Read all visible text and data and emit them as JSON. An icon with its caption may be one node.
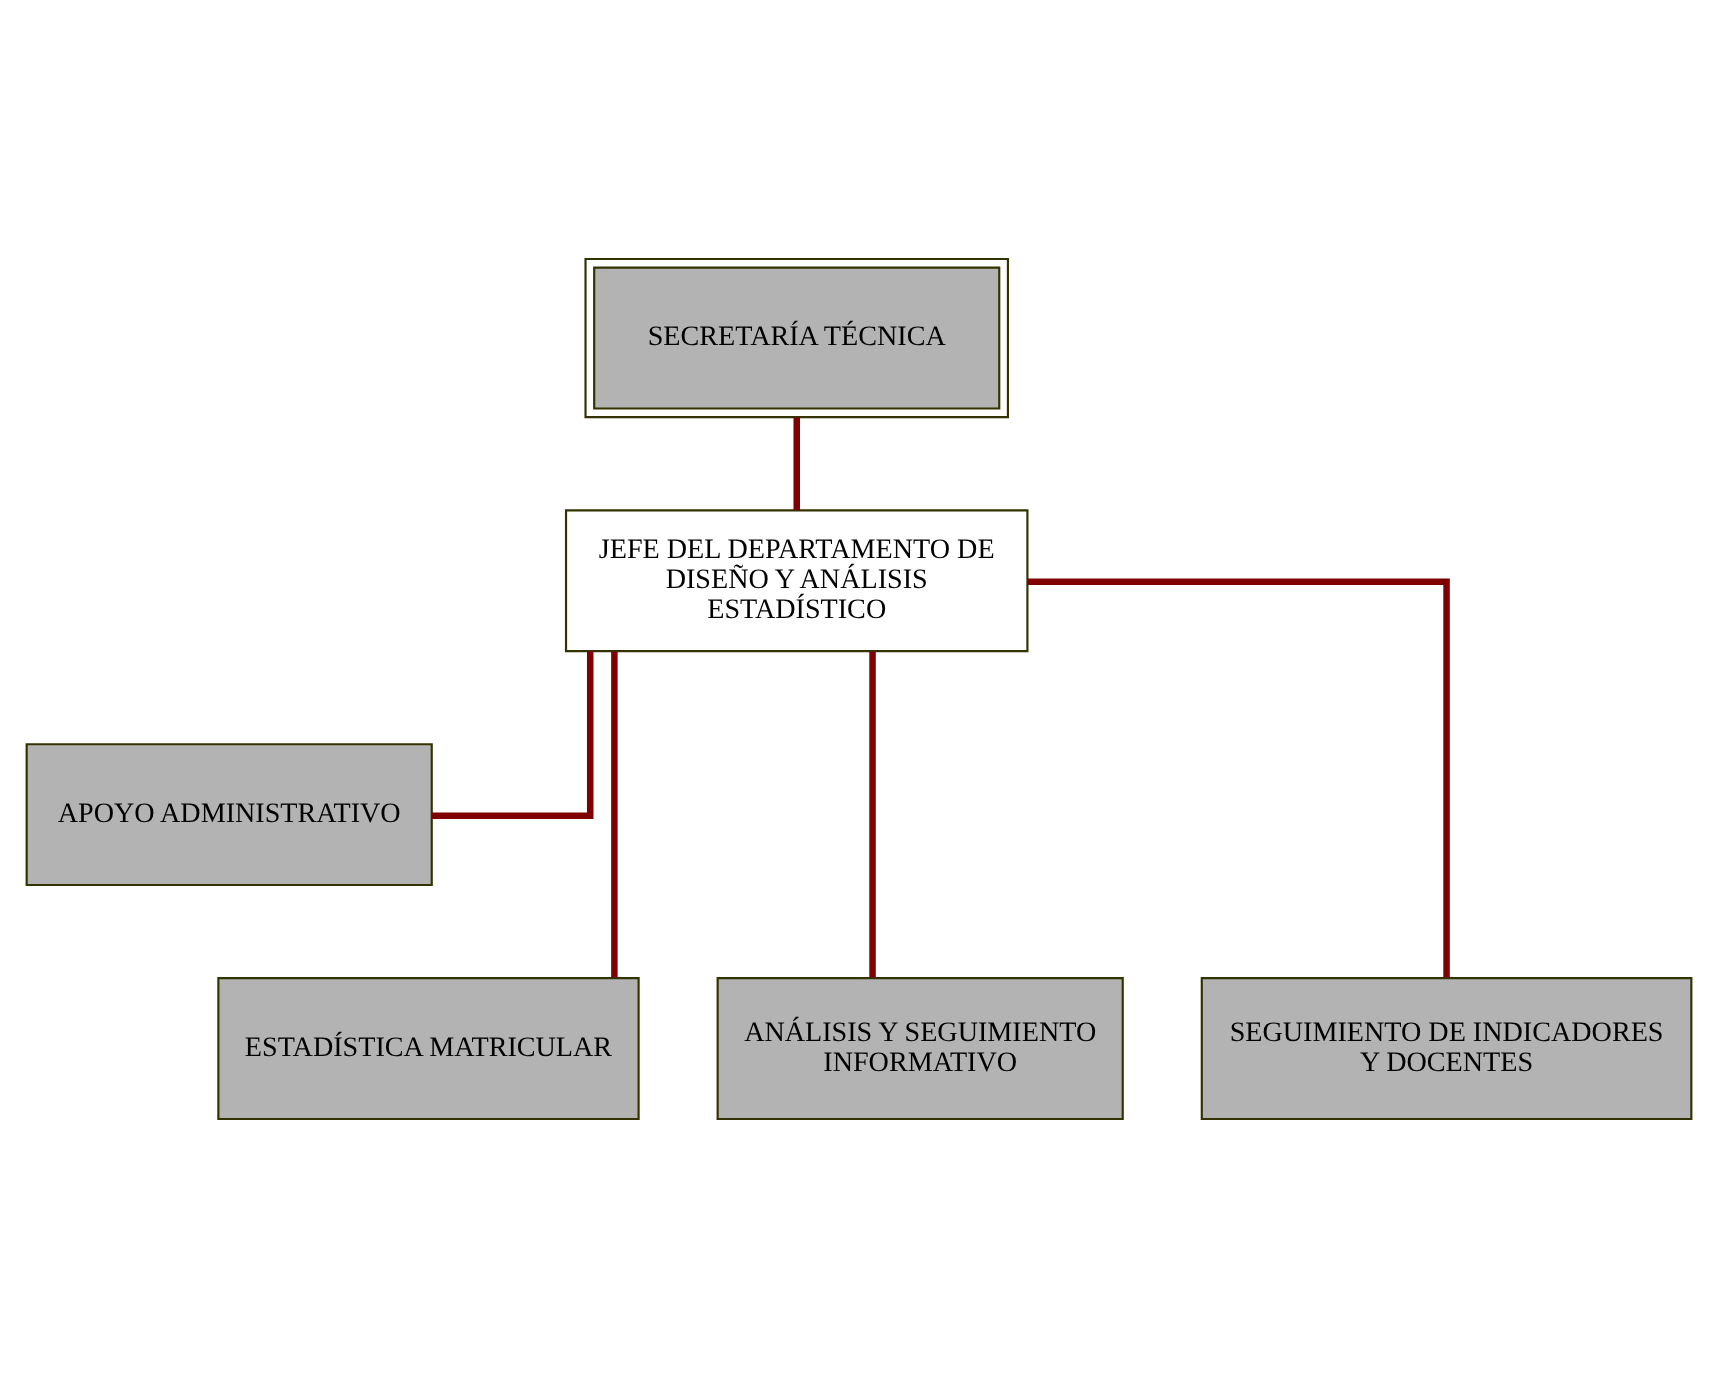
{
  "diagram": {
    "nodes": [
      {
        "text": [
          "SECRETARÍA TÉCNICA"
        ]
      },
      {
        "text": [
          "JEFE DEL DEPARTAMENTO DE DISEÑO Y ANÁLISIS ESTADÍSTICO"
        ]
      },
      {
        "text": [
          "APOYO ADMINISTRATIVO"
        ]
      },
      {
        "text": [
          "ESTADÍSTICA MATRICULAR"
        ]
      },
      {
        "text": [
          "ANÁLISIS Y SEGUIMIENTO INFORMATIVO"
        ]
      },
      {
        "text": [
          "SEGUIMIENTO DE INDICADORES Y DOCENTES"
        ]
      }
    ],
    "edges": [
      {
        "from": 0,
        "to": 1,
        "arrow": "none"
      },
      {
        "from": 1,
        "to": 2,
        "arrow": "none"
      },
      {
        "from": 1,
        "to": 3,
        "arrow": "none"
      },
      {
        "from": 1,
        "to": 4,
        "arrow": "none"
      },
      {
        "from": 1,
        "to": 5,
        "arrow": "none"
      }
    ]
  }
}
